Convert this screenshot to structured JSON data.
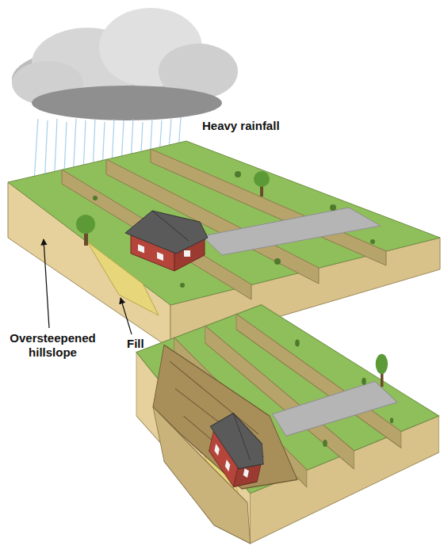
{
  "diagram": {
    "labels": [
      "Heavy rainfall",
      "Oversteepened hillslope",
      "Fill"
    ]
  }
}
